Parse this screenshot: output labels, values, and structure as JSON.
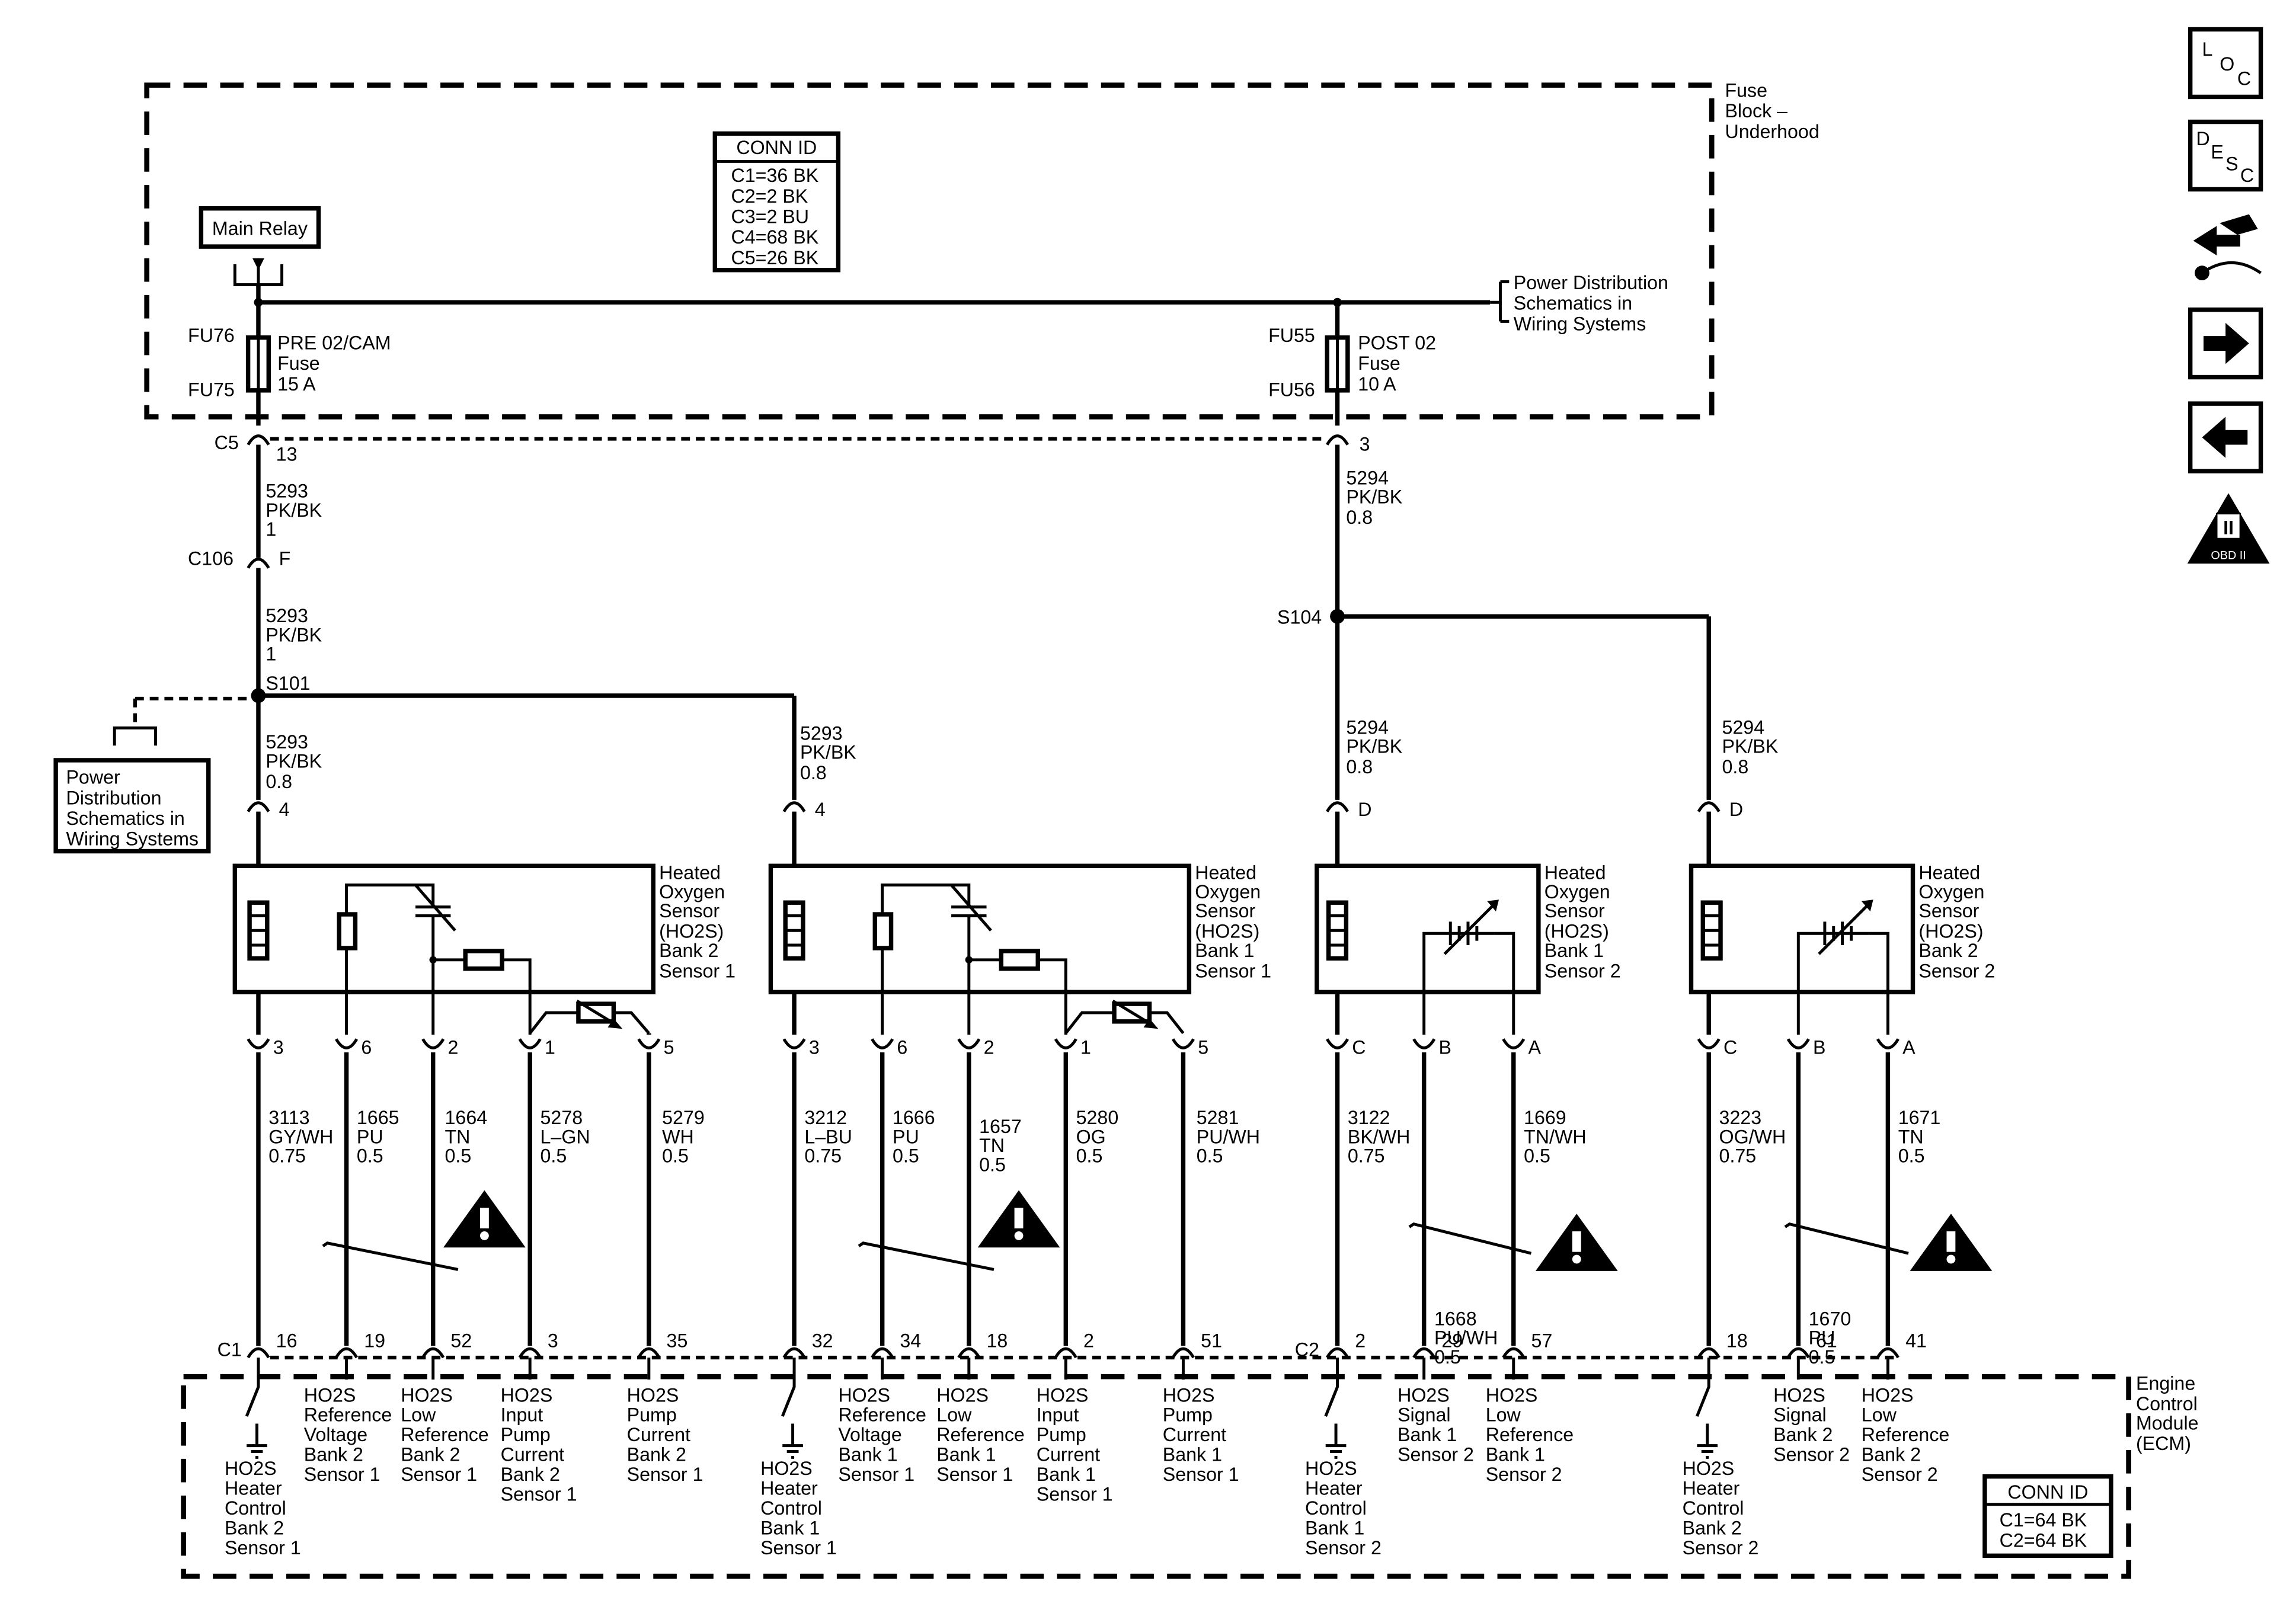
{
  "fuse_block": {
    "title": [
      "Fuse",
      "Block –",
      "Underhood"
    ],
    "conn_id_title": "CONN ID",
    "conn_id_rows": [
      "C1=36 BK",
      "C2=2 BK",
      "C3=2 BU",
      "C4=68 BK",
      "C5=26 BK"
    ],
    "main_relay": "Main Relay",
    "power_dist_right": [
      "Power Distribution",
      "Schematics in",
      "Wiring Systems"
    ],
    "fuse_left": {
      "top": "FU76",
      "bottom": "FU75",
      "label": [
        "PRE 02/CAM",
        "Fuse",
        "15 A"
      ]
    },
    "fuse_right": {
      "top": "FU55",
      "bottom": "FU56",
      "label": [
        "POST 02",
        "Fuse",
        "10 A"
      ]
    }
  },
  "connectors": {
    "c5": "C5",
    "c5_left_pin": "13",
    "c5_right_pin": "3",
    "c106": "C106",
    "c106_pin": "F",
    "s101": "S101",
    "s104": "S104"
  },
  "wires": {
    "w5293_a": [
      "5293",
      "PK/BK",
      "1"
    ],
    "w5293_b": [
      "5293",
      "PK/BK",
      "1"
    ],
    "w5293_c": [
      "5293",
      "PK/BK",
      "0.8"
    ],
    "w5293_d": [
      "5293",
      "PK/BK",
      "0.8"
    ],
    "w5294_a": [
      "5294",
      "PK/BK",
      "0.8"
    ],
    "w5294_b": [
      "5294",
      "PK/BK",
      "0.8"
    ],
    "w5294_c": [
      "5294",
      "PK/BK",
      "0.8"
    ]
  },
  "power_dist_left": [
    "Power",
    "Distribution",
    "Schematics in",
    "Wiring Systems"
  ],
  "sensors": [
    {
      "name": [
        "Heated",
        "Oxygen",
        "Sensor",
        "(HO2S)",
        "Bank 2",
        "Sensor 1"
      ],
      "top_pin": "4"
    },
    {
      "name": [
        "Heated",
        "Oxygen",
        "Sensor",
        "(HO2S)",
        "Bank 1",
        "Sensor 1"
      ],
      "top_pin": "4"
    },
    {
      "name": [
        "Heated",
        "Oxygen",
        "Sensor",
        "(HO2S)",
        "Bank 1",
        "Sensor 2"
      ],
      "top_pin": "D"
    },
    {
      "name": [
        "Heated",
        "Oxygen",
        "Sensor",
        "(HO2S)",
        "Bank 2",
        "Sensor 2"
      ],
      "top_pin": "D"
    }
  ],
  "sensor_pins": [
    [
      "3",
      "6",
      "2",
      "1",
      "5"
    ],
    [
      "3",
      "6",
      "2",
      "1",
      "5"
    ],
    [
      "C",
      "B",
      "A"
    ],
    [
      "C",
      "B",
      "A"
    ]
  ],
  "circuit_labels": [
    [
      "3113",
      "GY/WH",
      "0.75"
    ],
    [
      "1665",
      "PU",
      "0.5"
    ],
    [
      "1664",
      "TN",
      "0.5"
    ],
    [
      "5278",
      "L–GN",
      "0.5"
    ],
    [
      "5279",
      "WH",
      "0.5"
    ],
    [
      "3212",
      "L–BU",
      "0.75"
    ],
    [
      "1666",
      "PU",
      "0.5"
    ],
    [
      "1657",
      "TN",
      "0.5"
    ],
    [
      "5280",
      "OG",
      "0.5"
    ],
    [
      "5281",
      "PU/WH",
      "0.5"
    ],
    [
      "3122",
      "BK/WH",
      "0.75"
    ],
    [
      "1668",
      "PU/WH",
      "0.5"
    ],
    [
      "1669",
      "TN/WH",
      "0.5"
    ],
    [
      "3223",
      "OG/WH",
      "0.75"
    ],
    [
      "1670",
      "PU",
      "0.5"
    ],
    [
      "1671",
      "TN",
      "0.5"
    ]
  ],
  "ecm": {
    "title": [
      "Engine",
      "Control",
      "Module",
      "(ECM)"
    ],
    "c1": "C1",
    "c2": "C2",
    "pins": [
      "16",
      "19",
      "52",
      "3",
      "35",
      "32",
      "34",
      "18",
      "2",
      "51",
      "2",
      "29",
      "57",
      "18",
      "61",
      "41"
    ],
    "functions": [
      [
        "HO2S",
        "Heater",
        "Control",
        "Bank 2",
        "Sensor 1"
      ],
      [
        "HO2S",
        "Reference",
        "Voltage",
        "Bank 2",
        "Sensor 1"
      ],
      [
        "HO2S",
        "Low",
        "Reference",
        "Bank 2",
        "Sensor 1"
      ],
      [
        "HO2S",
        "Input",
        "Pump",
        "Current",
        "Bank 2",
        "Sensor 1"
      ],
      [
        "HO2S",
        "Pump",
        "Current",
        "Bank 2",
        "Sensor 1"
      ],
      [
        "HO2S",
        "Heater",
        "Control",
        "Bank 1",
        "Sensor 1"
      ],
      [
        "HO2S",
        "Reference",
        "Voltage",
        "Bank 1",
        "Sensor 1"
      ],
      [
        "HO2S",
        "Low",
        "Reference",
        "Bank 1",
        "Sensor 1"
      ],
      [
        "HO2S",
        "Input",
        "Pump",
        "Current",
        "Bank 1",
        "Sensor 1"
      ],
      [
        "HO2S",
        "Pump",
        "Current",
        "Bank 1",
        "Sensor 1"
      ],
      [
        "HO2S",
        "Heater",
        "Control",
        "Bank 1",
        "Sensor 2"
      ],
      [
        "HO2S",
        "Signal",
        "Bank 1",
        "Sensor 2"
      ],
      [
        "HO2S",
        "Low",
        "Reference",
        "Bank 1",
        "Sensor 2"
      ],
      [
        "HO2S",
        "Heater",
        "Control",
        "Bank 2",
        "Sensor 2"
      ],
      [
        "HO2S",
        "Signal",
        "Bank 2",
        "Sensor 2"
      ],
      [
        "HO2S",
        "Low",
        "Reference",
        "Bank 2",
        "Sensor 2"
      ]
    ],
    "conn_id_title": "CONN ID",
    "conn_id_rows": [
      "C1=64 BK",
      "C2=64 BK"
    ]
  },
  "nav_icons": [
    {
      "icon": "loc-icon",
      "letters": [
        "L",
        "O",
        "C"
      ]
    },
    {
      "icon": "desc-icon",
      "letters": [
        "D",
        "E",
        "S",
        "C"
      ]
    },
    {
      "icon": "connector-repair-icon"
    },
    {
      "icon": "next-arrow-icon"
    },
    {
      "icon": "previous-arrow-icon"
    },
    {
      "icon": "obd-ii-icon",
      "letters": [
        "II",
        "OBD II"
      ]
    }
  ]
}
